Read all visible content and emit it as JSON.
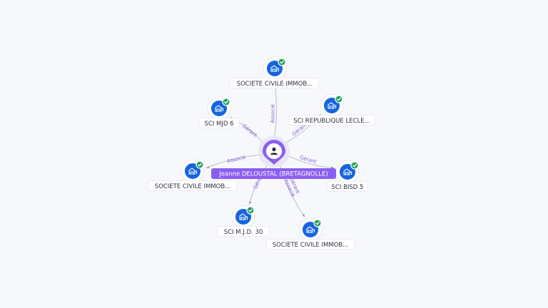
{
  "center": {
    "label": "Jeanne DELOUSTAL (BRETAGNOLLE)",
    "icon": "person-icon",
    "color": "#8a5ff0"
  },
  "nodes": [
    {
      "id": "n1",
      "label": "SOCIETE CIVILE IMMOB...",
      "icon": "building-icon",
      "verified": true
    },
    {
      "id": "n2",
      "label": "SCI MJD 6",
      "icon": "building-icon",
      "verified": true
    },
    {
      "id": "n3",
      "label": "SCI REPUBLIQUE LECLE...",
      "icon": "building-icon",
      "verified": true
    },
    {
      "id": "n4",
      "label": "SOCIETE CIVILE IMMOB...",
      "icon": "building-icon",
      "verified": true
    },
    {
      "id": "n5",
      "label": "SCI BISD 5",
      "icon": "building-icon",
      "verified": true
    },
    {
      "id": "n6",
      "label": "SCI M.J.D. 30",
      "icon": "building-icon",
      "verified": true
    },
    {
      "id": "n7",
      "label": "SOCIETE CIVILE IMMOB...",
      "icon": "building-icon",
      "verified": true
    }
  ],
  "edges": [
    {
      "to": "n1",
      "labels": [
        "Associé"
      ]
    },
    {
      "to": "n2",
      "labels": [
        "Gérant"
      ]
    },
    {
      "to": "n3",
      "labels": [
        "Gérant"
      ]
    },
    {
      "to": "n4",
      "labels": [
        "Associé"
      ]
    },
    {
      "to": "n5",
      "labels": [
        "Gérant"
      ]
    },
    {
      "to": "n6",
      "labels": [
        "Gérant"
      ]
    },
    {
      "to": "n7",
      "labels": [
        "Gérant",
        "Associé"
      ]
    }
  ],
  "colors": {
    "node_fill": "#1565e0",
    "verified_badge": "#1f9d57",
    "edge_label": "#7a5fd0",
    "background": "#f7f8fc"
  }
}
